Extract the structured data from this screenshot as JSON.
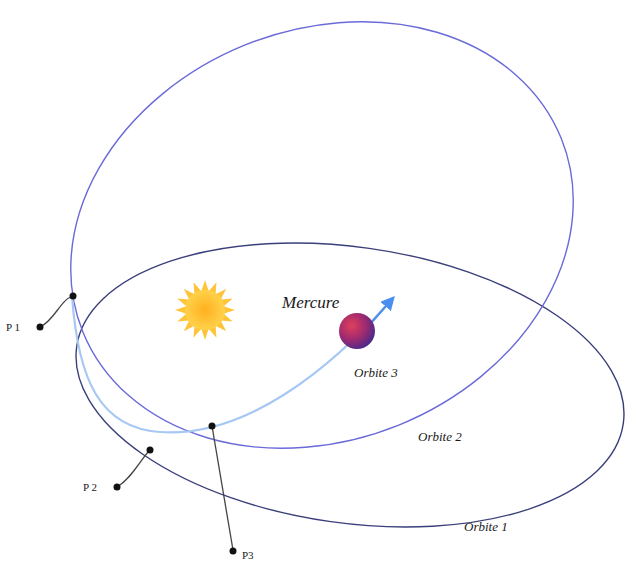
{
  "diagram": {
    "labels": [
      "P 1",
      "P 2",
      "P3",
      "Mercure",
      "Orbite 3",
      "Orbite 2",
      "Orbite 1"
    ]
  }
}
